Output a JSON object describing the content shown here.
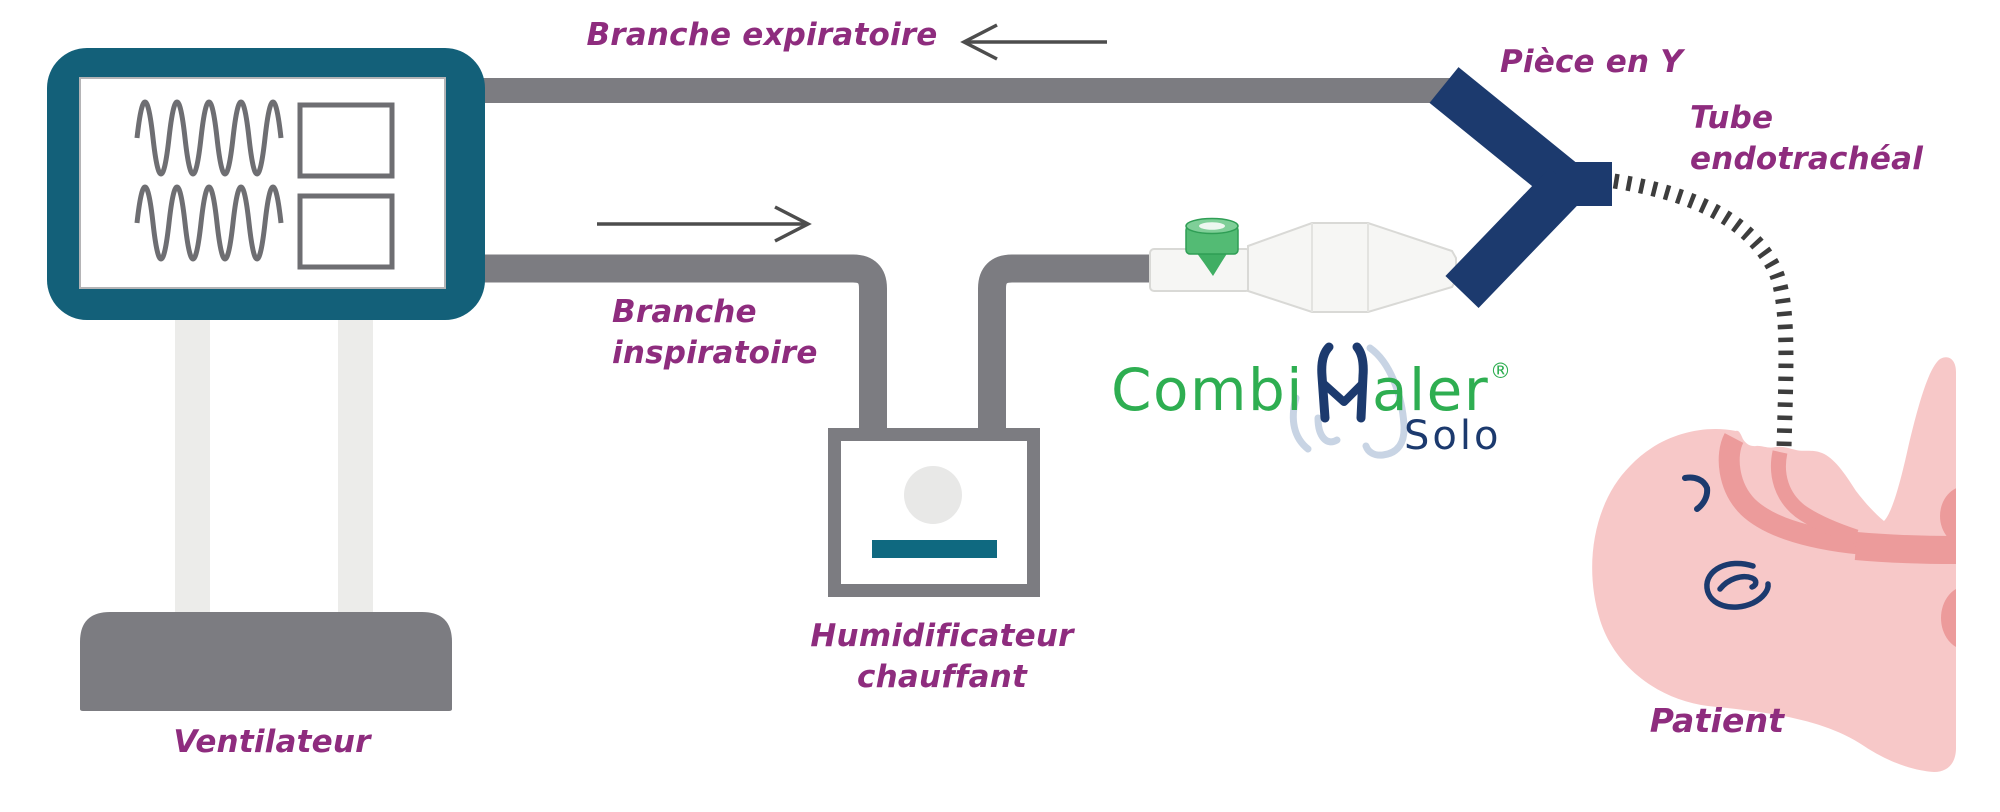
{
  "labels": {
    "ventilator": "Ventilateur",
    "expiratory_branch": "Branche expiratoire",
    "inspiratory_branch": "Branche\ninspiratoire",
    "humidifier": "Humidificateur\nchauffant",
    "y_piece": "Pièce en Y",
    "endotracheal_tube": "Tube\nendotrachéal",
    "patient": "Patient"
  },
  "logo": {
    "combi": "Combi",
    "h": "H",
    "aler": "aler",
    "registered": "®",
    "solo": "Solo"
  },
  "colors": {
    "label_purple": "#8e2c7e",
    "ventilator_teal": "#136079",
    "humidifier_bar_teal": "#0f6980",
    "tube_gray": "#7c7c81",
    "screen_graphic_gray": "#6e6e72",
    "stand_light_gray": "#ececea",
    "y_piece_navy": "#1c3a6e",
    "logo_green": "#2eae51",
    "logo_navy": "#1c3a6e",
    "lungs_light_blue": "#c8d4e4",
    "valve_green": "#53bb74",
    "skin_pink": "#f7c8c8",
    "airway_pink": "#ec9b9b",
    "dash_dark_gray": "#3d3d3d",
    "arrow_gray": "#4d4d4d",
    "chamber_white": "#f6f6f4"
  },
  "flow": {
    "expiratory_direction": "left",
    "inspiratory_direction": "right"
  }
}
